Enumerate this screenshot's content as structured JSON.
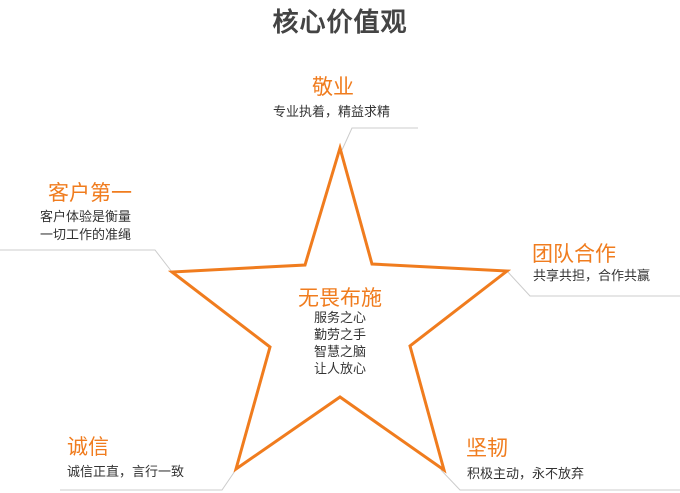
{
  "title": "核心价值观",
  "center": {
    "title": "无畏布施",
    "lines": [
      "服务之心",
      "勤劳之手",
      "智慧之脑",
      "让人放心"
    ]
  },
  "values": {
    "top": {
      "title": "敬业",
      "desc": "专业执着，精益求精"
    },
    "left": {
      "title": "客户第一",
      "desc_line1": "客户体验是衡量",
      "desc_line2": "一切工作的准绳"
    },
    "right": {
      "title": "团队合作",
      "desc": "共享共担，合作共赢"
    },
    "bottom_left": {
      "title": "诚信",
      "desc": "诚信正直，言行一致"
    },
    "bottom_right": {
      "title": "坚韧",
      "desc": "积极主动，永不放弃"
    }
  },
  "colors": {
    "accent": "#f07c1e",
    "title": "#444444",
    "text": "#333333",
    "connector": "#c8c8c8"
  }
}
